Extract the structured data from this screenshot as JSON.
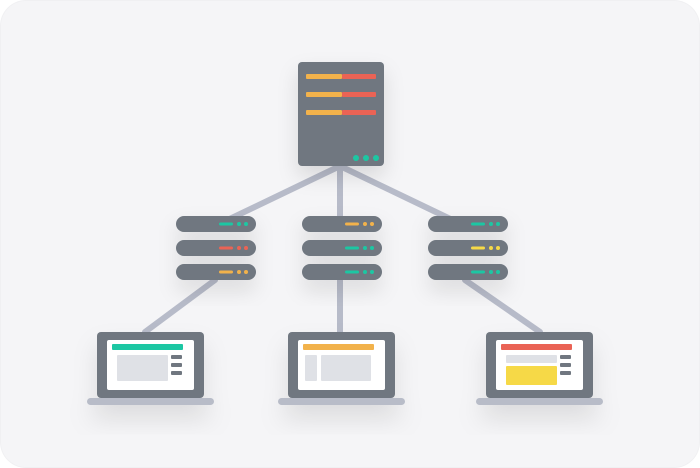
{
  "colors": {
    "background": "#f5f5f7",
    "server_body": "#6f7780",
    "server_dark": "#5f6670",
    "link": "#b7bbc9",
    "orange": "#f2b24c",
    "red": "#ea6454",
    "green": "#1fc7a3",
    "yellow": "#f6d946",
    "screen_bg": "#ffffff",
    "screen_panel": "#dfe1e6",
    "keyboard": "#b8bcc8"
  },
  "diagram": {
    "main_server": {
      "bars": [
        {
          "left_color": "orange",
          "right_color": "red"
        },
        {
          "left_color": "orange",
          "right_color": "red"
        },
        {
          "left_color": "orange",
          "right_color": "red"
        }
      ],
      "indicator_color": "green"
    },
    "racks": [
      {
        "units": [
          {
            "light": "green"
          },
          {
            "light": "red"
          },
          {
            "light": "orange"
          }
        ]
      },
      {
        "units": [
          {
            "light": "orange"
          },
          {
            "light": "green"
          },
          {
            "light": "green"
          }
        ]
      },
      {
        "units": [
          {
            "light": "green"
          },
          {
            "light": "yellow"
          },
          {
            "light": "green"
          }
        ]
      }
    ],
    "laptops": [
      {
        "header": "green",
        "layout": "panel"
      },
      {
        "header": "orange",
        "layout": "split"
      },
      {
        "header": "red",
        "layout": "yellow-block"
      }
    ]
  }
}
